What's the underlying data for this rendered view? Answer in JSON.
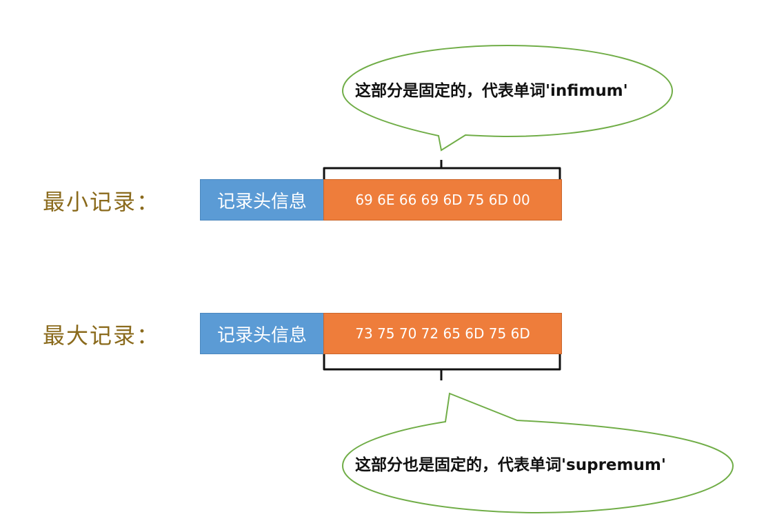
{
  "min_record": {
    "label": "最小记录：",
    "header": "记录头信息",
    "bytes": "69 6E 66 69 6D 75 6D 00",
    "callout": "这部分是固定的，代表单词'infimum'"
  },
  "max_record": {
    "label": "最大记录：",
    "header": "记录头信息",
    "bytes": "73 75 70 72 65 6D 75 6D",
    "callout": "这部分也是固定的，代表单词'supremum'"
  },
  "colors": {
    "header_fill": "#5b9bd5",
    "bytes_fill": "#ee7d3b",
    "label_text": "#8a6a1c",
    "callout_border": "#70ad47"
  }
}
